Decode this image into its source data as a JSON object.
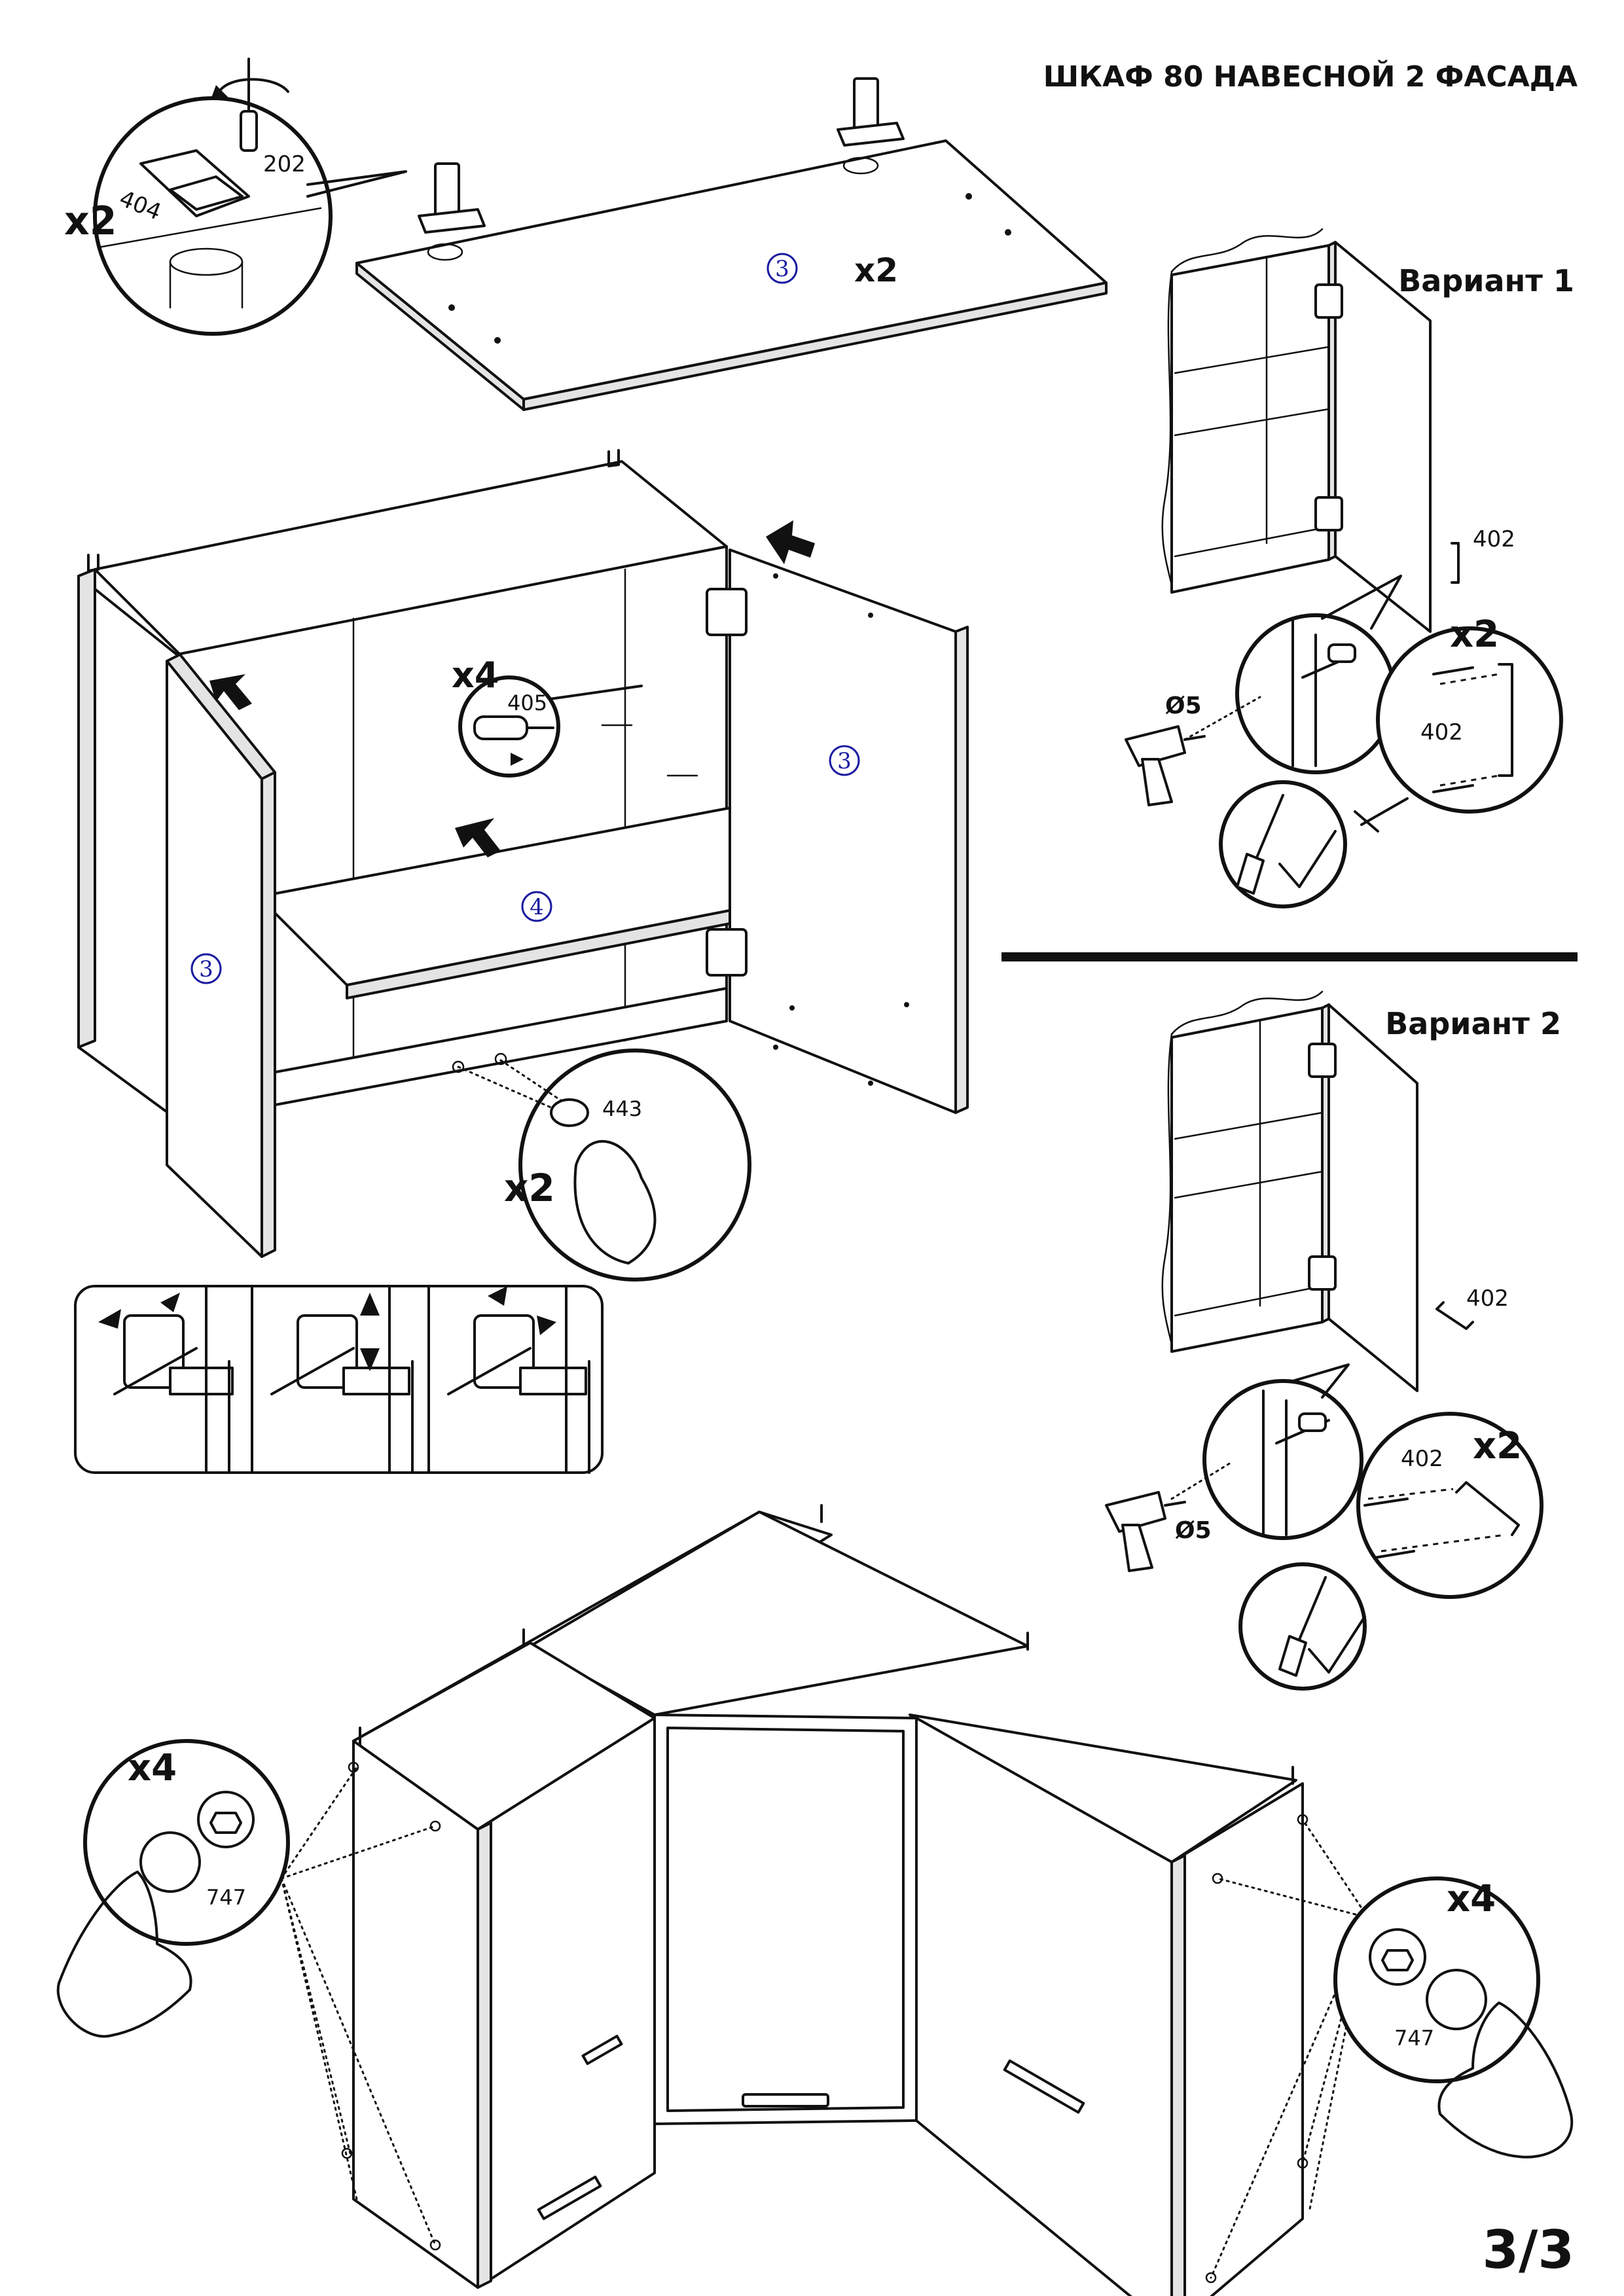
{
  "title": "ШКАФ 80 НАВЕСНОЙ 2 ФАСАДА",
  "page_number": "3/3",
  "variants": {
    "v1_title": "Вариант 1",
    "v2_title": "Вариант 2"
  },
  "parts": {
    "p202": "202",
    "p404": "404",
    "p405": "405",
    "p443": "443",
    "p402": "402",
    "p747": "747",
    "panel3": "3",
    "panel4": "4"
  },
  "quantities": {
    "x2": "x2",
    "x4": "x4"
  },
  "drill_size": "Ø5",
  "colors": {
    "ink": "#111111",
    "part_marker": "#1a1aa0"
  }
}
